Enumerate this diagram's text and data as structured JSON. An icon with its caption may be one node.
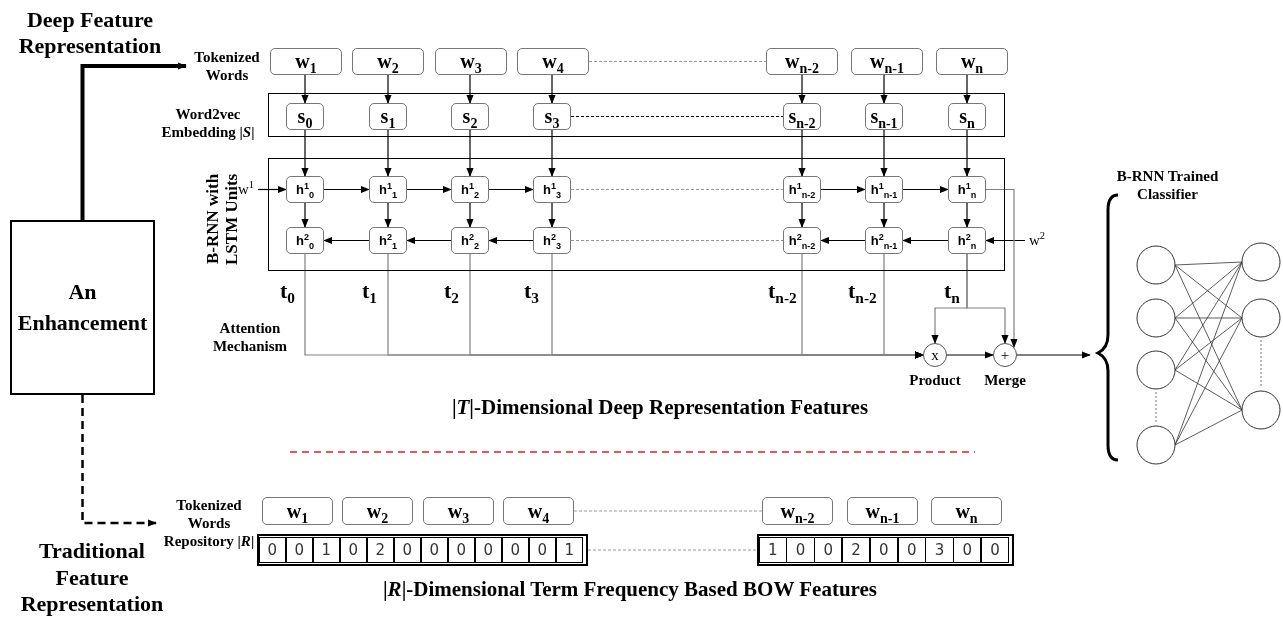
{
  "diagram": {
    "nodes": [
      {
        "text": [
          "An Enhancement"
        ]
      },
      {
        "text": [
          "Tokenized Words"
        ]
      },
      {
        "text": [
          "w$_{1}$"
        ]
      },
      {
        "text": [
          "w$_{2}$"
        ]
      },
      {
        "text": [
          "w$_{3}$"
        ]
      },
      {
        "text": [
          "w$_{4}$"
        ]
      },
      {
        "text": [
          "w$_{n-2}$"
        ]
      },
      {
        "text": [
          "w$_{n-1}$"
        ]
      },
      {
        "text": [
          "w$_{n}$"
        ]
      },
      {
        "text": [
          "Word2vec Embedding |*S*|"
        ]
      },
      {
        "text": [
          "s$_{0}$"
        ],
        "in": 9
      },
      {
        "text": [
          "s$_{1}$"
        ],
        "in": 9
      },
      {
        "text": [
          "s$_{2}$"
        ],
        "in": 9
      },
      {
        "text": [
          "s$_{3}$"
        ],
        "in": 9
      },
      {
        "text": [
          "s$_{n-2}$"
        ],
        "in": 9
      },
      {
        "text": [
          "s$_{n-1}$"
        ],
        "in": 9
      },
      {
        "text": [
          "s$_{n}$"
        ],
        "in": 9
      },
      {
        "text": [
          "B-RNN with LSTM Units"
        ]
      },
      {
        "text": [
          "w$^{1}$"
        ]
      },
      {
        "text": [
          "h$^{1}$$_{0}$"
        ],
        "in": 17
      },
      {
        "text": [
          "h$^{1}$$_{1}$"
        ],
        "in": 17
      },
      {
        "text": [
          "h$^{1}$$_{2}$"
        ],
        "in": 17
      },
      {
        "text": [
          "h$^{1}$$_{3}$"
        ],
        "in": 17
      },
      {
        "text": [
          "h$^{1}$$_{n-2}$"
        ],
        "in": 17
      },
      {
        "text": [
          "h$^{1}$$_{n-1}$"
        ],
        "in": 17
      },
      {
        "text": [
          "h$^{1}$$_{n}$"
        ],
        "in": 17
      },
      {
        "text": [
          "h$^{2}$$_{0}$"
        ],
        "in": 17
      },
      {
        "text": [
          "h$^{2}$$_{1}$"
        ],
        "in": 17
      },
      {
        "text": [
          "h$^{2}$$_{2}$"
        ],
        "in": 17
      },
      {
        "text": [
          "h$^{2}$$_{3}$"
        ],
        "in": 17
      },
      {
        "text": [
          "h$^{2}$$_{n-2}$"
        ],
        "in": 17
      },
      {
        "text": [
          "h$^{2}$$_{n-1}$"
        ],
        "in": 17
      },
      {
        "text": [
          "h$^{2}$$_{n}$"
        ],
        "in": 17
      },
      {
        "text": [
          "w$^{2}$"
        ]
      },
      {
        "text": [
          "x"
        ],
        "beside": [
          "Product"
        ]
      },
      {
        "text": [
          "+"
        ],
        "beside": [
          "Merge"
        ]
      },
      {
        "text": [
          "B-RNN Trained Classifier"
        ]
      },
      {
        "text": [
          "Tokenized Words Repository |*R*|"
        ]
      },
      {
        "text": [
          "w$_{1}$"
        ]
      },
      {
        "text": [
          "w$_{2}$"
        ]
      },
      {
        "text": [
          "w$_{3}$"
        ]
      },
      {
        "text": [
          "w$_{4}$"
        ]
      },
      {
        "text": [
          "w$_{n-2}$"
        ]
      },
      {
        "text": [
          "w$_{n-1}$"
        ]
      },
      {
        "text": [
          "w$_{n}$"
        ]
      },
      {
        "text": [],
        "shape": "bar"
      },
      {
        "text": [],
        "shape": "bar"
      }
    ],
    "edges": [
      {
        "from": 0,
        "to": 1,
        "arrow": "to",
        "label": "Deep Feature Representation",
        "style": "thick"
      },
      {
        "from": 0,
        "to": 37,
        "arrow": "to",
        "label": "Traditional Feature Representation",
        "style": "dashed"
      },
      {
        "from": 2,
        "to": 10,
        "arrow": "to"
      },
      {
        "from": 3,
        "to": 11,
        "arrow": "to"
      },
      {
        "from": 4,
        "to": 12,
        "arrow": "to"
      },
      {
        "from": 5,
        "to": 13,
        "arrow": "to"
      },
      {
        "from": 6,
        "to": 14,
        "arrow": "to"
      },
      {
        "from": 7,
        "to": 15,
        "arrow": "to"
      },
      {
        "from": 8,
        "to": 16,
        "arrow": "to"
      },
      {
        "from": 5,
        "to": 6,
        "arrow": "none",
        "style": "dashed",
        "color": "#999999"
      },
      {
        "from": 10,
        "to": 19,
        "arrow": "to"
      },
      {
        "from": 11,
        "to": 20,
        "arrow": "to"
      },
      {
        "from": 12,
        "to": 21,
        "arrow": "to"
      },
      {
        "from": 13,
        "to": 22,
        "arrow": "to"
      },
      {
        "from": 14,
        "to": 23,
        "arrow": "to"
      },
      {
        "from": 15,
        "to": 24,
        "arrow": "to"
      },
      {
        "from": 16,
        "to": 25,
        "arrow": "to"
      },
      {
        "from": 13,
        "to": 14,
        "arrow": "none",
        "style": "dashed"
      },
      {
        "from": 18,
        "to": 19,
        "arrow": "to"
      },
      {
        "from": 19,
        "to": 20,
        "arrow": "to"
      },
      {
        "from": 20,
        "to": 21,
        "arrow": "to"
      },
      {
        "from": 21,
        "to": 22,
        "arrow": "to"
      },
      {
        "from": 22,
        "to": 23,
        "arrow": "none",
        "style": "dashed",
        "color": "#999999"
      },
      {
        "from": 23,
        "to": 24,
        "arrow": "to"
      },
      {
        "from": 24,
        "to": 25,
        "arrow": "to"
      },
      {
        "from": 19,
        "to": 26,
        "arrow": "to"
      },
      {
        "from": 20,
        "to": 27,
        "arrow": "to"
      },
      {
        "from": 21,
        "to": 28,
        "arrow": "to"
      },
      {
        "from": 22,
        "to": 29,
        "arrow": "to"
      },
      {
        "from": 23,
        "to": 30,
        "arrow": "to"
      },
      {
        "from": 24,
        "to": 31,
        "arrow": "to"
      },
      {
        "from": 25,
        "to": 32,
        "arrow": "to"
      },
      {
        "from": 27,
        "to": 26,
        "arrow": "to"
      },
      {
        "from": 28,
        "to": 27,
        "arrow": "to"
      },
      {
        "from": 29,
        "to": 28,
        "arrow": "to"
      },
      {
        "from": 29,
        "to": 30,
        "arrow": "none",
        "style": "dashed",
        "color": "#999999"
      },
      {
        "from": 31,
        "to": 30,
        "arrow": "to"
      },
      {
        "from": 32,
        "to": 31,
        "arrow": "to"
      },
      {
        "from": 33,
        "to": 32,
        "arrow": "to"
      },
      {
        "from": 26,
        "to": 34,
        "arrow": "to",
        "color": "#808080"
      },
      {
        "from": 27,
        "to": 34,
        "arrow": "to",
        "color": "#808080"
      },
      {
        "from": 28,
        "to": 34,
        "arrow": "to",
        "color": "#808080"
      },
      {
        "from": 29,
        "to": 34,
        "arrow": "to",
        "color": "#808080"
      },
      {
        "from": 30,
        "to": 34,
        "arrow": "to",
        "color": "#808080"
      },
      {
        "from": 31,
        "to": 34,
        "arrow": "to",
        "color": "#808080"
      },
      {
        "from": 32,
        "to": 34,
        "arrow": "to",
        "color": "#808080"
      },
      {
        "from": 32,
        "to": 35,
        "arrow": "to",
        "color": "#808080"
      },
      {
        "from": 25,
        "to": 35,
        "arrow": "to",
        "color": "#808080"
      },
      {
        "from": 34,
        "to": 35,
        "arrow": "to"
      },
      {
        "from": 35,
        "to": 36,
        "arrow": "to"
      },
      {
        "from": 41,
        "to": 42,
        "arrow": "none",
        "style": "dashed",
        "color": "#999999"
      },
      {
        "from": 45,
        "to": 46,
        "arrow": "none",
        "style": "dashed",
        "color": "#999999"
      }
    ],
    "labels": [
      "t$_{0}$",
      "t$_{1}$",
      "t$_{2}$",
      "t$_{3}$",
      "t$_{n-2}$",
      "t$_{n-2}$",
      "t$_{n}$",
      "Attention Mechanism",
      "|*T*|-Dimensional Deep Representation Features",
      "0",
      "0",
      "1",
      "0",
      "2",
      "0",
      "0",
      "0",
      "0",
      "0",
      "0",
      "1",
      "1",
      "0",
      "0",
      "2",
      "0",
      "0",
      "3",
      "0",
      "0",
      "|*R*|-Dimensional Term Frequency Based BOW Features"
    ]
  }
}
